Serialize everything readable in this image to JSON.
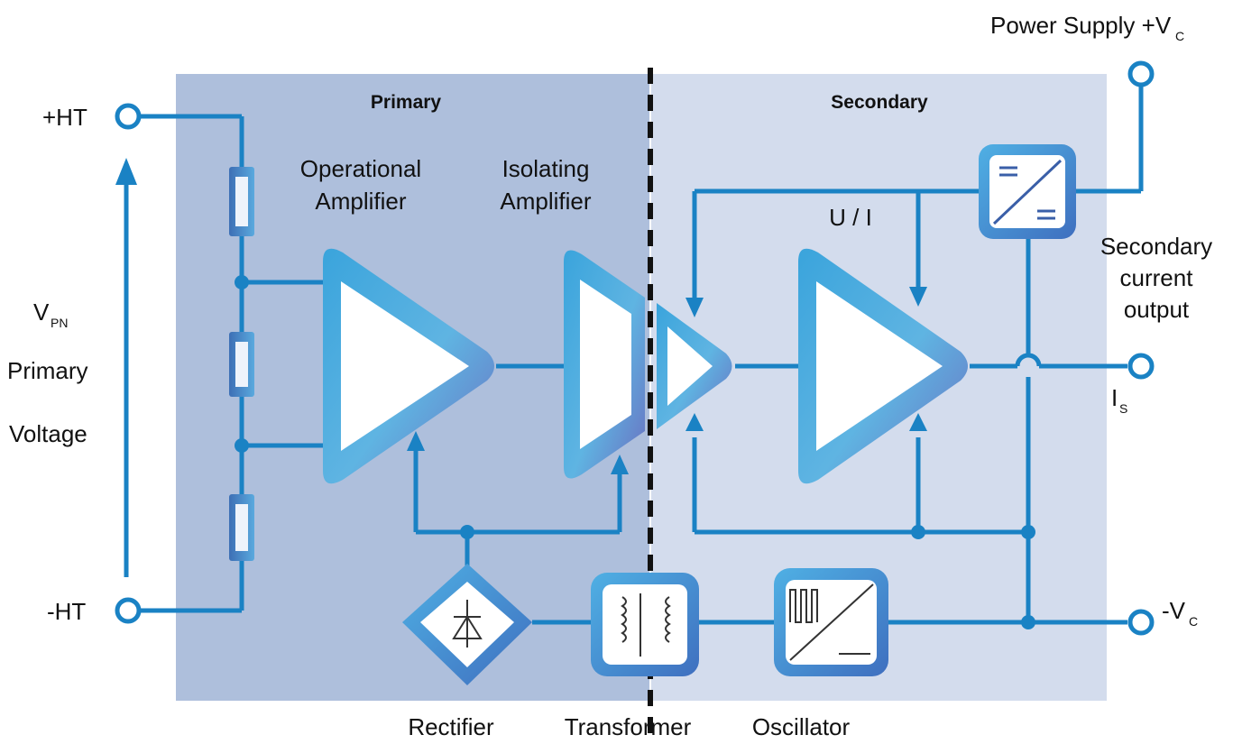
{
  "regions": {
    "primary": "Primary",
    "secondary": "Secondary"
  },
  "terminals": {
    "plus_ht": "+HT",
    "minus_ht": "-HT",
    "power_supply": "Power Supply +V",
    "power_supply_sub": "C",
    "minus_vc": "-V",
    "minus_vc_sub": "C",
    "is": "I",
    "is_sub": "S"
  },
  "left_labels": {
    "vpn": "V",
    "vpn_sub": "PN",
    "primary": "Primary",
    "voltage": "Voltage"
  },
  "blocks": {
    "opamp_line1": "Operational",
    "opamp_line2": "Amplifier",
    "iso_line1": "Isolating",
    "iso_line2": "Amplifier",
    "ui": "U / I",
    "sec_line1": "Secondary",
    "sec_line2": "current",
    "sec_line3": "output"
  },
  "bottom_labels": {
    "rectifier": "Rectifier",
    "transformer": "Transformer",
    "oscillator": "Oscillator"
  },
  "colors": {
    "primary_bg": "#aebfdc",
    "secondary_bg": "#d3dced",
    "wire": "#1a82c4",
    "node": "#1a82c4"
  }
}
